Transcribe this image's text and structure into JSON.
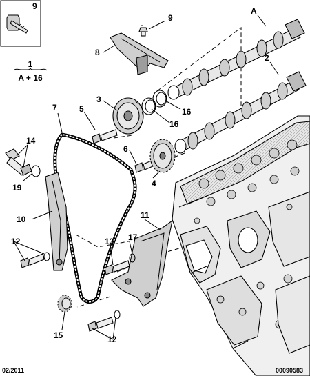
{
  "diagram": {
    "footer": {
      "date": "02/2011",
      "reference": "00090583"
    },
    "kit": {
      "label": "9"
    },
    "formula": {
      "top": "1",
      "bottom": "A + 16"
    },
    "callouts": {
      "A": "A",
      "2": "2",
      "3": "3",
      "4": "4",
      "5": "5",
      "6": "6",
      "7": "7",
      "8": "8",
      "9": "9",
      "10": "10",
      "11": "11",
      "12a": "12",
      "12b": "12",
      "13": "13",
      "14": "14",
      "15": "15",
      "16a": "16",
      "16b": "16",
      "17": "17",
      "19": "19"
    },
    "colors": {
      "line": "#000000",
      "part_fill": "#eeeeee",
      "shade": "#c8c8c8",
      "dark": "#5a5a5a"
    }
  }
}
